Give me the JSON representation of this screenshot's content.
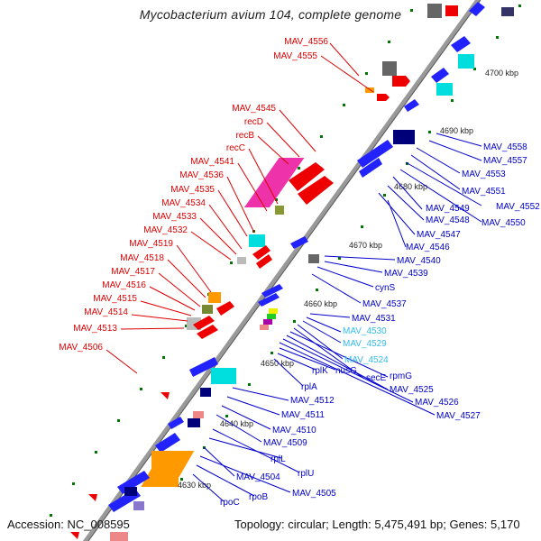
{
  "title": "Mycobacterium avium 104, complete genome",
  "accession": "Accession: NC_008595",
  "summary": "Topology: circular; Length: 5,475,491 bp; Genes: 5,170",
  "colors": {
    "forward_label": "#dd0000",
    "reverse_label": "#0000cc",
    "highlight_label": "#33bbee",
    "backbone": "#999999",
    "tick": "#007700"
  },
  "ruler": [
    "4700 kbp",
    "4690 kbp",
    "4680 kbp",
    "4670 kbp",
    "4660 kbp",
    "4650 kbp",
    "4640 kbp",
    "4630 kbp"
  ],
  "forward_labels": [
    "MAV_4556",
    "MAV_4555",
    "MAV_4545",
    "recD",
    "recB",
    "recC",
    "MAV_4541",
    "MAV_4536",
    "MAV_4535",
    "MAV_4534",
    "MAV_4533",
    "MAV_4532",
    "MAV_4519",
    "MAV_4518",
    "MAV_4517",
    "MAV_4516",
    "MAV_4515",
    "MAV_4514",
    "MAV_4513",
    "MAV_4506"
  ],
  "reverse_labels": [
    "MAV_4558",
    "MAV_4557",
    "MAV_4553",
    "MAV_4551",
    "MAV_4552",
    "MAV_4550",
    "MAV_4549",
    "MAV_4548",
    "MAV_4547",
    "MAV_4546",
    "MAV_4540",
    "MAV_4539",
    "cynS",
    "MAV_4537",
    "MAV_4531",
    "MAV_4530",
    "MAV_4529",
    "MAV_4524",
    "secE",
    "rpmG",
    "MAV_4525",
    "MAV_4526",
    "MAV_4527",
    "nusG",
    "rplK",
    "rplA",
    "MAV_4512",
    "MAV_4511",
    "MAV_4510",
    "MAV_4509",
    "rplU",
    "rplL",
    "MAV_4504",
    "MAV_4505",
    "rpoB",
    "rpoC"
  ]
}
